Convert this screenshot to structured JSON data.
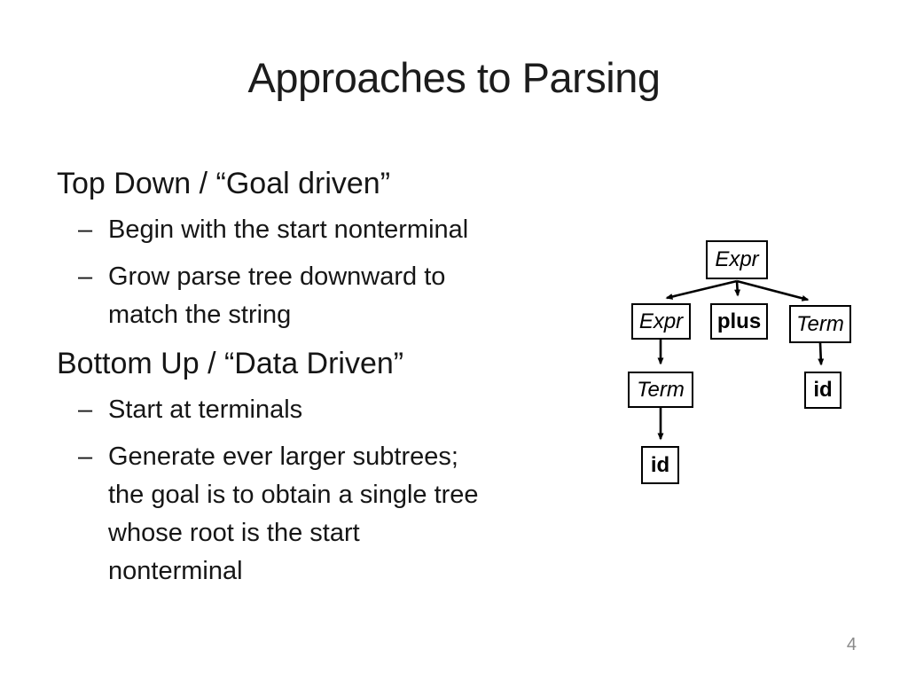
{
  "slide": {
    "title": "Approaches to Parsing",
    "dash": "–",
    "bullets": [
      {
        "level": 1,
        "text": "Top Down / “Goal driven”"
      },
      {
        "level": 2,
        "text": "Begin with the start nonterminal"
      },
      {
        "level": 2,
        "text": "Grow parse tree downward to\nmatch the string"
      },
      {
        "level": 1,
        "text": "Bottom Up / “Data Driven”"
      },
      {
        "level": 2,
        "text": "Start at terminals"
      },
      {
        "level": 2,
        "text": "Generate ever larger subtrees;\nthe goal is to obtain a single tree\nwhose root is the start\nnonterminal"
      }
    ],
    "page_number": "4"
  },
  "tree": {
    "nodes": [
      {
        "id": "root-expr",
        "label": "Expr",
        "emphasis": "italic"
      },
      {
        "id": "child-expr",
        "label": "Expr",
        "emphasis": "italic"
      },
      {
        "id": "child-plus",
        "label": "plus",
        "emphasis": "bold"
      },
      {
        "id": "child-term",
        "label": "Term",
        "emphasis": "italic"
      },
      {
        "id": "left-term",
        "label": "Term",
        "emphasis": "italic"
      },
      {
        "id": "right-id",
        "label": "id",
        "emphasis": "bold"
      },
      {
        "id": "left-id",
        "label": "id",
        "emphasis": "bold"
      }
    ]
  },
  "colors": {
    "text": "#161616",
    "tree_lines": "#000000",
    "page_number": "#8a8a8a",
    "background": "#ffffff"
  }
}
